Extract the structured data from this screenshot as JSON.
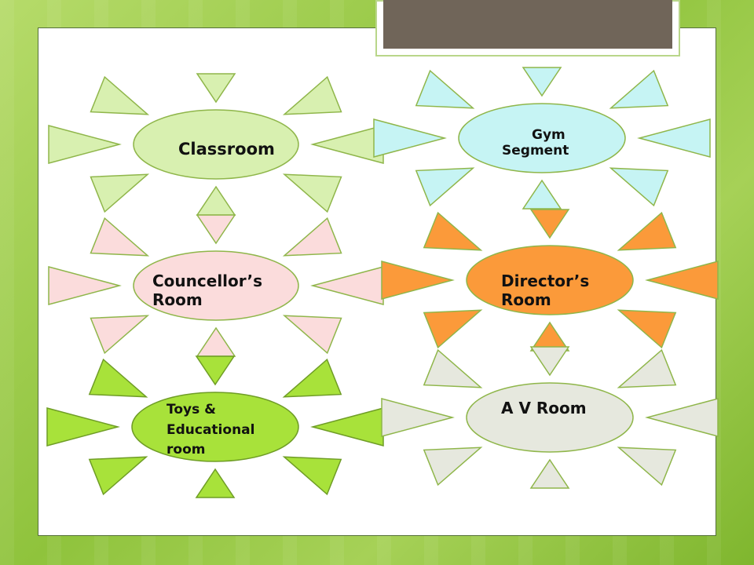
{
  "slide": {
    "title_bar_color": "#706559",
    "background_color": "#96c845"
  },
  "diagram": {
    "suns": [
      {
        "id": "classroom",
        "label": "Classroom",
        "fill": "#d8f0b0",
        "stroke": "#8fb64a"
      },
      {
        "id": "gym-segment",
        "label": "Gym\nSegment",
        "fill": "#c6f4f4",
        "stroke": "#8fb64a"
      },
      {
        "id": "councellors-room",
        "label": "Councellor’s\nRoom",
        "fill": "#fbdcdc",
        "stroke": "#8fb64a"
      },
      {
        "id": "directors-room",
        "label": "Director’s\nRoom",
        "fill": "#fb9a3a",
        "stroke": "#8fb64a"
      },
      {
        "id": "toys-educational-room",
        "label": "Toys &\nEducational\nroom",
        "fill": "#a8e23a",
        "stroke": "#6f9d26"
      },
      {
        "id": "av-room",
        "label": "A V Room",
        "fill": "#e6e8de",
        "stroke": "#8fb64a"
      }
    ]
  }
}
